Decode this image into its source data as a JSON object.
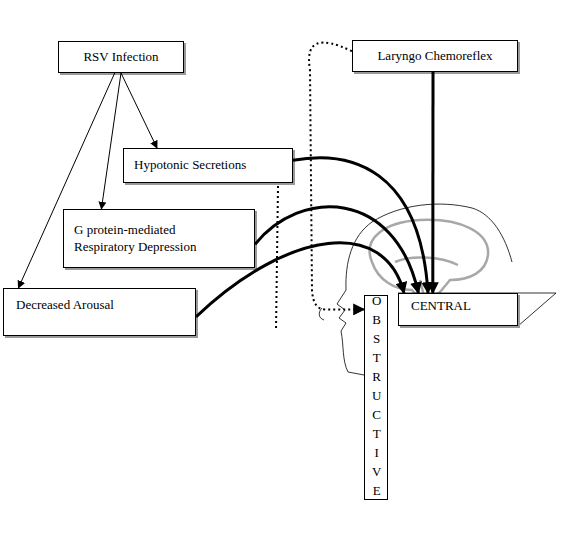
{
  "diagram": {
    "nodes": [
      {
        "text": [
          "RSV Infection"
        ]
      },
      {
        "text": [
          "Laryngo Chemoreflex"
        ]
      },
      {
        "text": [
          "Hypotonic Secretions"
        ]
      },
      {
        "text": [
          "G protein-mediated Respiratory Depression"
        ]
      },
      {
        "text": [
          "Decreased Arousal"
        ]
      },
      {
        "text": [
          "OBSTRUCTIVE"
        ]
      },
      {
        "text": [
          "CENTRAL"
        ]
      }
    ],
    "edges": [
      {
        "from": 0,
        "to": 2,
        "arrow": "to"
      },
      {
        "from": 0,
        "to": 3,
        "arrow": "to"
      },
      {
        "from": 0,
        "to": 4,
        "arrow": "to"
      },
      {
        "from": 2,
        "to": 6,
        "arrow": "to"
      },
      {
        "from": 3,
        "to": 6,
        "arrow": "to"
      },
      {
        "from": 4,
        "to": 6,
        "arrow": "to"
      },
      {
        "from": 1,
        "to": 6,
        "arrow": "to"
      },
      {
        "from": 1,
        "to": 5,
        "arrow": "to"
      }
    ]
  }
}
